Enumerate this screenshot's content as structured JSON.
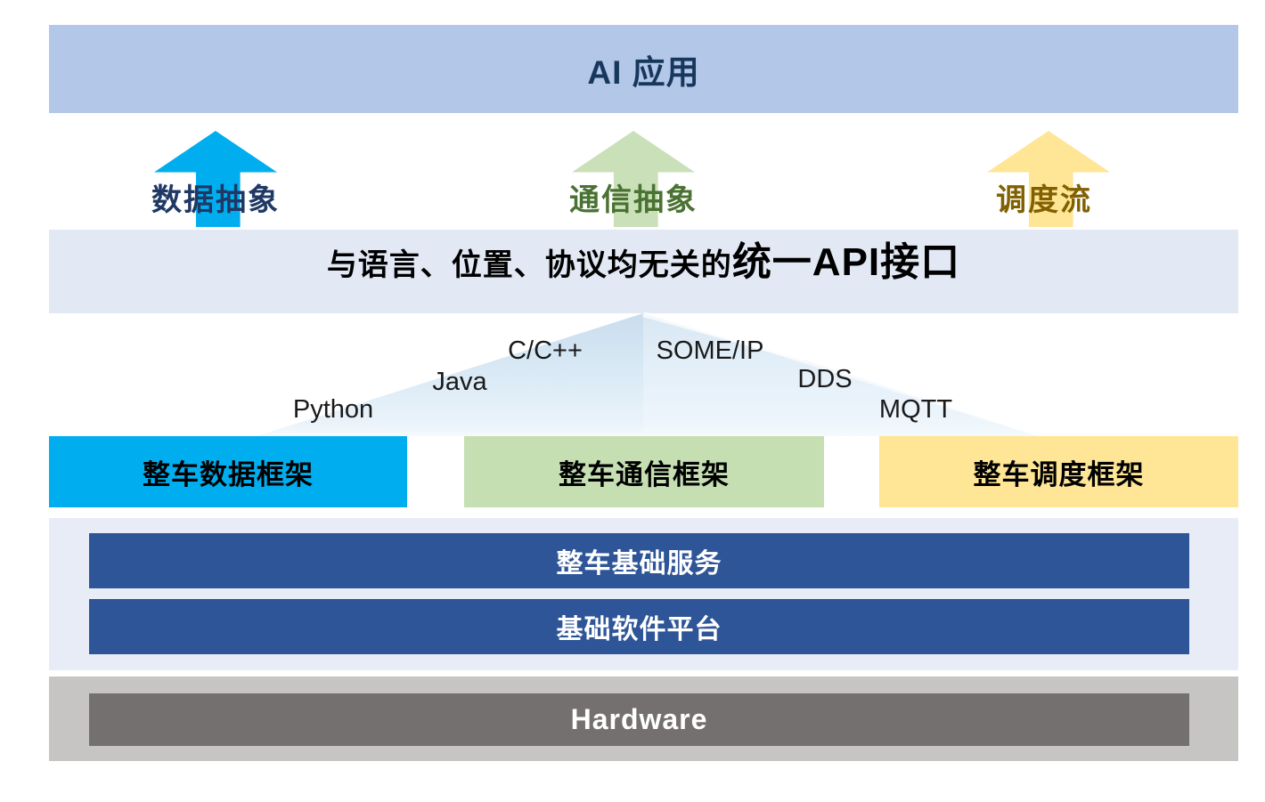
{
  "top_bar": {
    "label": "AI 应用"
  },
  "arrows": [
    {
      "label": "数据抽象",
      "fill": "#00aeef",
      "text_color": "#1f3864"
    },
    {
      "label": "通信抽象",
      "fill": "#c9e0b9",
      "text_color": "#4a7232"
    },
    {
      "label": "调度流",
      "fill": "#ffe596",
      "text_color": "#806000"
    }
  ],
  "api_bar": {
    "prefix": "与语言、位置、协议均无关的",
    "emphasis": "统一API接口"
  },
  "languages": [
    {
      "label": "Python"
    },
    {
      "label": "Java"
    },
    {
      "label": "C/C++"
    },
    {
      "label": "SOME/IP"
    },
    {
      "label": "DDS"
    },
    {
      "label": "MQTT"
    }
  ],
  "frameworks": [
    {
      "label": "整车数据框架",
      "fill": "#00aeef"
    },
    {
      "label": "整车通信框架",
      "fill": "#c5dfb3"
    },
    {
      "label": "整车调度框架",
      "fill": "#ffe596"
    }
  ],
  "base_platform": {
    "container_fill": "#e7ecf7",
    "bar_fill": "#2e5597",
    "bars": [
      {
        "label": "整车基础服务"
      },
      {
        "label": "基础软件平台"
      }
    ]
  },
  "hardware": {
    "container_fill": "#c6c5c4",
    "bar_fill": "#74706f",
    "label": "Hardware"
  },
  "colors": {
    "top_bar_fill": "#b3c7e8",
    "top_bar_text": "#17375c",
    "api_bar_fill": "#e2e8f4",
    "mountain_top": "#c9ddee",
    "mountain_bottom": "#f5fafd"
  }
}
